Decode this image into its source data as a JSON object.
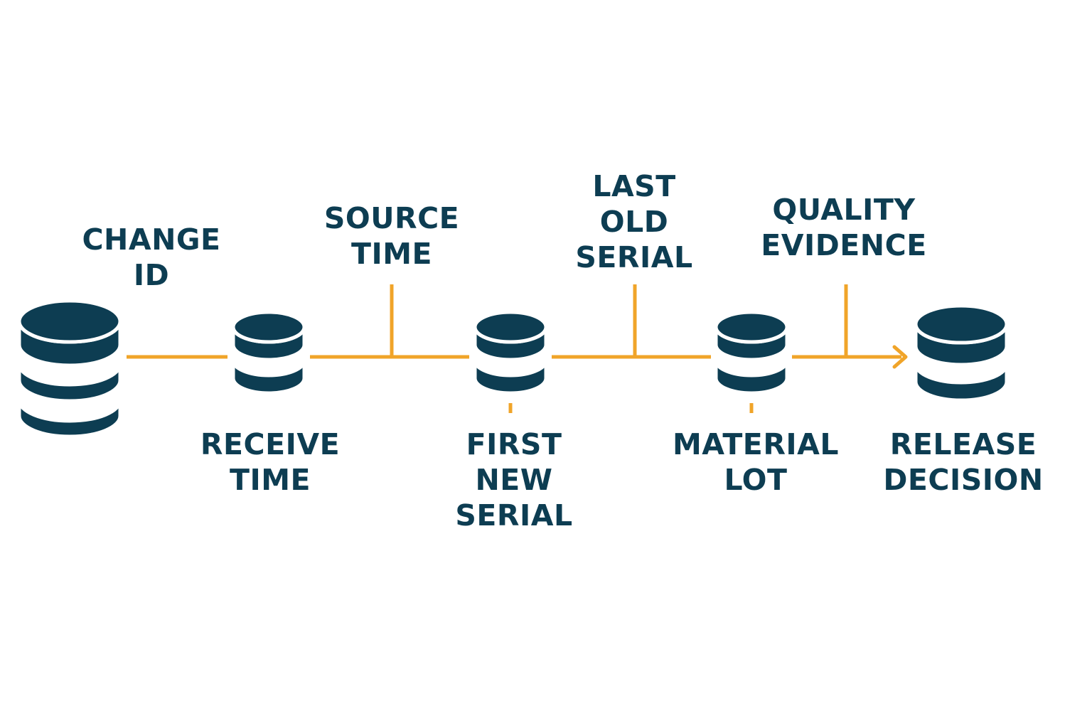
{
  "colors": {
    "node": "#0d3d52",
    "connector": "#f0a429",
    "text": "#0d3d52",
    "background": "#ffffff"
  },
  "nodes": [
    {
      "id": "node-1",
      "icon": "database-icon",
      "tiers": 3
    },
    {
      "id": "node-2",
      "icon": "database-icon",
      "tiers": 2
    },
    {
      "id": "node-3",
      "icon": "database-icon",
      "tiers": 2
    },
    {
      "id": "node-4",
      "icon": "database-icon",
      "tiers": 2
    },
    {
      "id": "node-5",
      "icon": "database-icon",
      "tiers": 2
    }
  ],
  "labels": {
    "change_id": [
      "CHANGE",
      "ID"
    ],
    "receive_time": [
      "RECEIVE",
      "TIME"
    ],
    "source_time": [
      "SOURCE",
      "TIME"
    ],
    "first_new_serial": [
      "FIRST",
      "NEW",
      "SERIAL"
    ],
    "last_old_serial": [
      "LAST",
      "OLD",
      "SERIAL"
    ],
    "material_lot": [
      "MATERIAL",
      "LOT"
    ],
    "quality_evidence": [
      "QUALITY",
      "EVIDENCE"
    ],
    "release_decision": [
      "RELEASE",
      "DECISION"
    ]
  }
}
